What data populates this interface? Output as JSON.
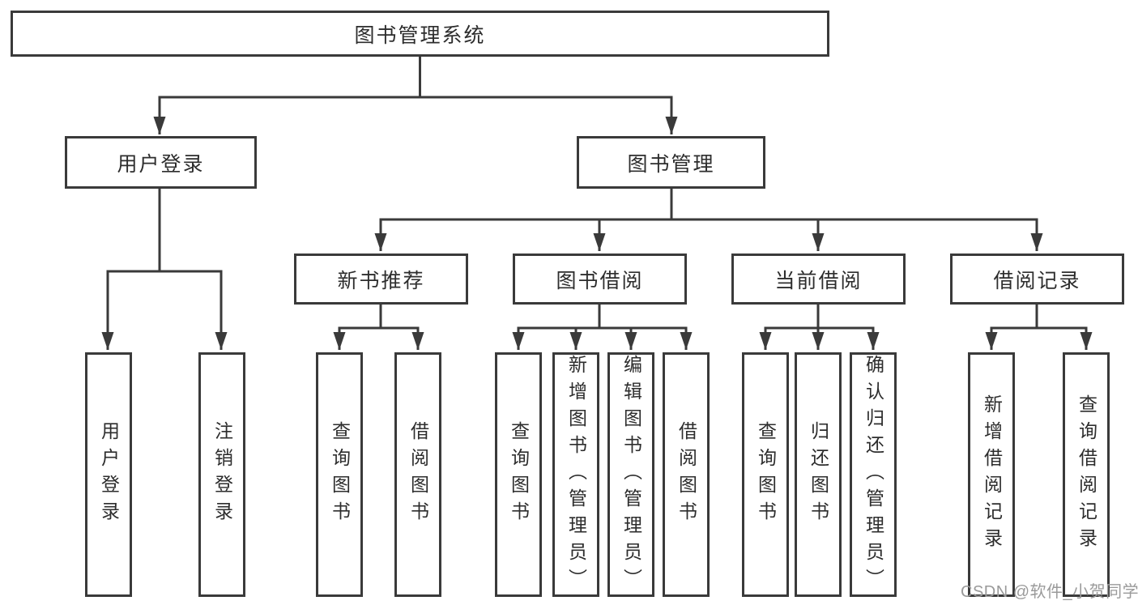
{
  "diagram": {
    "type": "hierarchy-structure-diagram",
    "title": "图书管理系统",
    "colors": {
      "line": "#3a3a3a",
      "box_border": "#3a3a3a",
      "box_fill": "#ffffff",
      "text": "#2d2d2d",
      "watermark": "#9a9a9a",
      "background": "#ffffff"
    },
    "root": {
      "label": "图书管理系统"
    },
    "level2": [
      {
        "label": "用户登录"
      },
      {
        "label": "图书管理"
      }
    ],
    "level3": [
      {
        "label": "新书推荐"
      },
      {
        "label": "图书借阅"
      },
      {
        "label": "当前借阅"
      },
      {
        "label": "借阅记录"
      }
    ],
    "leaves": {
      "user_login": [
        "用户登录",
        "注销登录"
      ],
      "new_book_recommend": [
        "查询图书",
        "借阅图书"
      ],
      "book_borrow": [
        "查询图书",
        "新增图书（管理员）",
        "编辑图书（管理员）",
        "借阅图书"
      ],
      "current_borrow": [
        "查询图书",
        "归还图书",
        "确认归还（管理员）"
      ],
      "borrow_record": [
        "新增借阅记录",
        "查询借阅记录"
      ]
    },
    "watermark": "CSDN @软件_小贺同学"
  }
}
